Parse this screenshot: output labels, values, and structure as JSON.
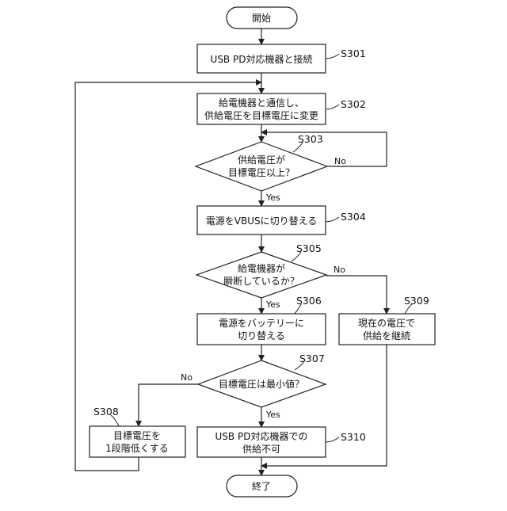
{
  "nodes": {
    "start": {
      "label": "開始"
    },
    "s301": {
      "label": "USB PD対応機器と接続",
      "step": "S301"
    },
    "s302": {
      "lines": [
        "給電機器と通信し、",
        "供給電圧を目標電圧に変更"
      ],
      "step": "S302"
    },
    "s303": {
      "lines": [
        "供給電圧が",
        "目標電圧以上？"
      ],
      "step": "S303"
    },
    "s304": {
      "label": "電源をVBUSに切り替える",
      "step": "S304"
    },
    "s305": {
      "lines": [
        "給電機器が",
        "瞬断しているか？"
      ],
      "step": "S305"
    },
    "s306": {
      "lines": [
        "電源をバッテリーに",
        "切り替える"
      ],
      "step": "S306"
    },
    "s307": {
      "label": "目標電圧は最小値？",
      "step": "S307"
    },
    "s308": {
      "lines": [
        "目標電圧を",
        "1段階低くする"
      ],
      "step": "S308"
    },
    "s309": {
      "lines": [
        "現在の電圧で",
        "供給を継続"
      ],
      "step": "S309"
    },
    "s310": {
      "lines": [
        "USB PD対応機器での",
        "供給不可"
      ],
      "step": "S310"
    },
    "end": {
      "label": "終了"
    }
  },
  "edge_labels": {
    "s303_no": "No",
    "s303_yes": "Yes",
    "s305_no": "No",
    "s305_yes": "Yes",
    "s307_no": "No",
    "s307_yes": "Yes"
  },
  "colors": {
    "stroke": "#222222",
    "fill": "#ffffff",
    "text": "#111111"
  }
}
